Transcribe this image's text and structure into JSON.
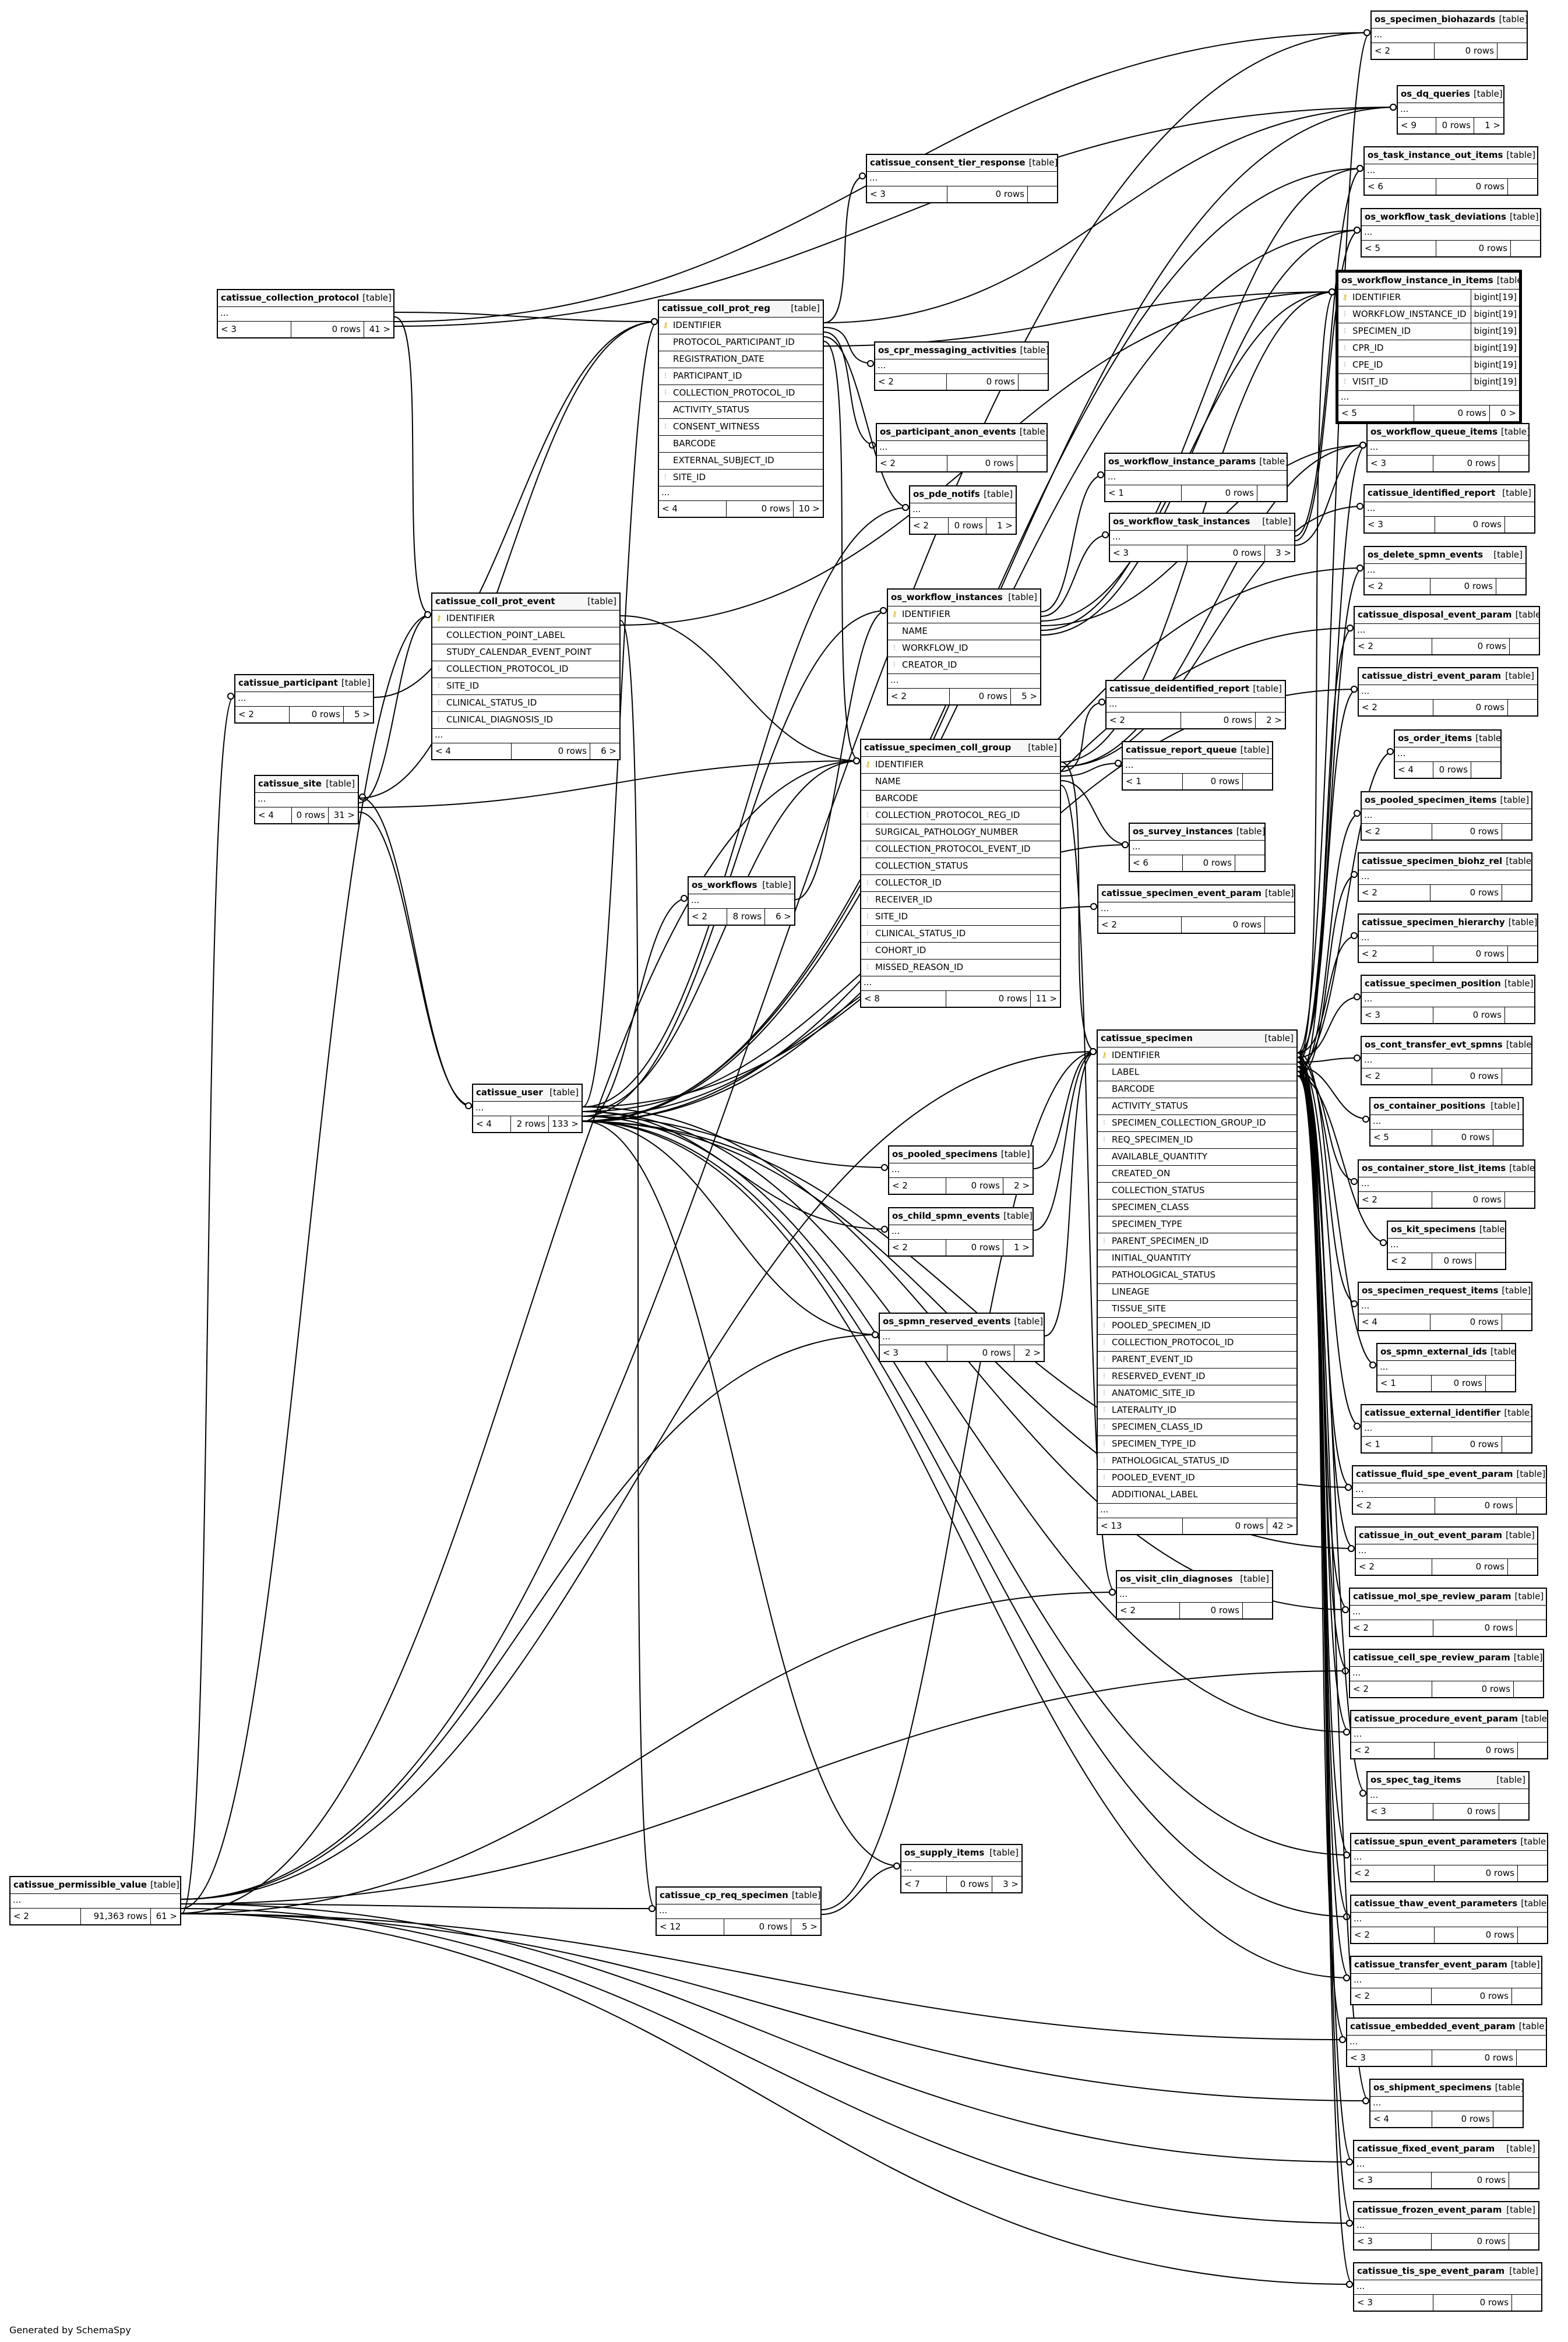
{
  "footer": "Generated by SchemaSpy",
  "table_tag": "[table]",
  "tables": [
    {
      "name": "os_specimen_biohazards",
      "children": "< 2",
      "rows": "0 rows",
      "parents": ""
    },
    {
      "name": "os_dq_queries",
      "children": "< 9",
      "rows": "0 rows",
      "parents": "1 >"
    },
    {
      "name": "catissue_consent_tier_response",
      "children": "< 3",
      "rows": "0 rows",
      "parents": ""
    },
    {
      "name": "os_task_instance_out_items",
      "children": "< 6",
      "rows": "0 rows",
      "parents": ""
    },
    {
      "name": "os_workflow_task_deviations",
      "children": "< 5",
      "rows": "0 rows",
      "parents": ""
    },
    {
      "name": "os_workflow_instance_in_items",
      "children": "< 5",
      "rows": "0 rows",
      "parents": "0 >",
      "columns": [
        {
          "icon": "pk",
          "name": "IDENTIFIER",
          "type": "bigint[19]"
        },
        {
          "icon": "fk",
          "name": "WORKFLOW_INSTANCE_ID",
          "type": "bigint[19]"
        },
        {
          "icon": "fk",
          "name": "SPECIMEN_ID",
          "type": "bigint[19]"
        },
        {
          "icon": "fk",
          "name": "CPR_ID",
          "type": "bigint[19]"
        },
        {
          "icon": "fk",
          "name": "CPE_ID",
          "type": "bigint[19]"
        },
        {
          "icon": "fk",
          "name": "VISIT_ID",
          "type": "bigint[19]"
        }
      ]
    },
    {
      "name": "catissue_collection_protocol",
      "children": "< 3",
      "rows": "0 rows",
      "parents": "41 >"
    },
    {
      "name": "catissue_coll_prot_reg",
      "children": "< 4",
      "rows": "0 rows",
      "parents": "10 >",
      "columns": [
        {
          "icon": "pk",
          "name": "IDENTIFIER"
        },
        {
          "icon": "",
          "name": "PROTOCOL_PARTICIPANT_ID"
        },
        {
          "icon": "",
          "name": "REGISTRATION_DATE"
        },
        {
          "icon": "fk",
          "name": "PARTICIPANT_ID"
        },
        {
          "icon": "fk",
          "name": "COLLECTION_PROTOCOL_ID"
        },
        {
          "icon": "",
          "name": "ACTIVITY_STATUS"
        },
        {
          "icon": "fk",
          "name": "CONSENT_WITNESS"
        },
        {
          "icon": "",
          "name": "BARCODE"
        },
        {
          "icon": "",
          "name": "EXTERNAL_SUBJECT_ID"
        },
        {
          "icon": "fk",
          "name": "SITE_ID"
        }
      ]
    },
    {
      "name": "os_cpr_messaging_activities",
      "children": "< 2",
      "rows": "0 rows",
      "parents": ""
    },
    {
      "name": "os_workflow_queue_items",
      "children": "< 3",
      "rows": "0 rows",
      "parents": ""
    },
    {
      "name": "os_participant_anon_events",
      "children": "< 2",
      "rows": "0 rows",
      "parents": ""
    },
    {
      "name": "os_workflow_instance_params",
      "children": "< 1",
      "rows": "0 rows",
      "parents": ""
    },
    {
      "name": "catissue_identified_report",
      "children": "< 3",
      "rows": "0 rows",
      "parents": ""
    },
    {
      "name": "os_pde_notifs",
      "children": "< 2",
      "rows": "0 rows",
      "parents": "1 >"
    },
    {
      "name": "os_workflow_task_instances",
      "children": "< 3",
      "rows": "0 rows",
      "parents": "3 >"
    },
    {
      "name": "os_delete_spmn_events",
      "children": "< 2",
      "rows": "0 rows",
      "parents": ""
    },
    {
      "name": "catissue_coll_prot_event",
      "children": "< 4",
      "rows": "0 rows",
      "parents": "6 >",
      "columns": [
        {
          "icon": "pk",
          "name": "IDENTIFIER"
        },
        {
          "icon": "",
          "name": "COLLECTION_POINT_LABEL"
        },
        {
          "icon": "",
          "name": "STUDY_CALENDAR_EVENT_POINT"
        },
        {
          "icon": "fk",
          "name": "COLLECTION_PROTOCOL_ID"
        },
        {
          "icon": "fk",
          "name": "SITE_ID"
        },
        {
          "icon": "fk",
          "name": "CLINICAL_STATUS_ID"
        },
        {
          "icon": "fk",
          "name": "CLINICAL_DIAGNOSIS_ID"
        }
      ]
    },
    {
      "name": "os_workflow_instances",
      "children": "< 2",
      "rows": "0 rows",
      "parents": "5 >",
      "columns": [
        {
          "icon": "pk",
          "name": "IDENTIFIER"
        },
        {
          "icon": "",
          "name": "NAME"
        },
        {
          "icon": "fk",
          "name": "WORKFLOW_ID"
        },
        {
          "icon": "fk",
          "name": "CREATOR_ID"
        }
      ]
    },
    {
      "name": "catissue_disposal_event_param",
      "children": "< 2",
      "rows": "0 rows",
      "parents": ""
    },
    {
      "name": "catissue_distri_event_param",
      "children": "< 2",
      "rows": "0 rows",
      "parents": ""
    },
    {
      "name": "catissue_deidentified_report",
      "children": "< 2",
      "rows": "0 rows",
      "parents": "2 >"
    },
    {
      "name": "catissue_participant",
      "children": "< 2",
      "rows": "0 rows",
      "parents": "5 >"
    },
    {
      "name": "os_order_items",
      "children": "< 4",
      "rows": "0 rows",
      "parents": ""
    },
    {
      "name": "catissue_specimen_coll_group",
      "children": "< 8",
      "rows": "0 rows",
      "parents": "11 >",
      "columns": [
        {
          "icon": "pk",
          "name": "IDENTIFIER"
        },
        {
          "icon": "",
          "name": "NAME"
        },
        {
          "icon": "",
          "name": "BARCODE"
        },
        {
          "icon": "fk",
          "name": "COLLECTION_PROTOCOL_REG_ID"
        },
        {
          "icon": "",
          "name": "SURGICAL_PATHOLOGY_NUMBER"
        },
        {
          "icon": "fk",
          "name": "COLLECTION_PROTOCOL_EVENT_ID"
        },
        {
          "icon": "",
          "name": "COLLECTION_STATUS"
        },
        {
          "icon": "fk",
          "name": "COLLECTOR_ID"
        },
        {
          "icon": "fk",
          "name": "RECEIVER_ID"
        },
        {
          "icon": "fk",
          "name": "SITE_ID"
        },
        {
          "icon": "fk",
          "name": "CLINICAL_STATUS_ID"
        },
        {
          "icon": "fk",
          "name": "COHORT_ID"
        },
        {
          "icon": "fk",
          "name": "MISSED_REASON_ID"
        }
      ]
    },
    {
      "name": "catissue_report_queue",
      "children": "< 1",
      "rows": "0 rows",
      "parents": ""
    },
    {
      "name": "catissue_site",
      "children": "< 4",
      "rows": "0 rows",
      "parents": "31 >"
    },
    {
      "name": "os_pooled_specimen_items",
      "children": "< 2",
      "rows": "0 rows",
      "parents": ""
    },
    {
      "name": "os_survey_instances",
      "children": "< 6",
      "rows": "0 rows",
      "parents": ""
    },
    {
      "name": "catissue_specimen_biohz_rel",
      "children": "< 2",
      "rows": "0 rows",
      "parents": ""
    },
    {
      "name": "os_workflows",
      "children": "< 2",
      "rows": "8 rows",
      "parents": "6 >"
    },
    {
      "name": "catissue_specimen_event_param",
      "children": "< 2",
      "rows": "0 rows",
      "parents": ""
    },
    {
      "name": "catissue_specimen_hierarchy",
      "children": "< 2",
      "rows": "0 rows",
      "parents": ""
    },
    {
      "name": "catissue_specimen_position",
      "children": "< 3",
      "rows": "0 rows",
      "parents": ""
    },
    {
      "name": "catissue_specimen",
      "children": "< 13",
      "rows": "0 rows",
      "parents": "42 >",
      "columns": [
        {
          "icon": "pk",
          "name": "IDENTIFIER"
        },
        {
          "icon": "",
          "name": "LABEL"
        },
        {
          "icon": "",
          "name": "BARCODE"
        },
        {
          "icon": "",
          "name": "ACTIVITY_STATUS"
        },
        {
          "icon": "fk",
          "name": "SPECIMEN_COLLECTION_GROUP_ID"
        },
        {
          "icon": "fk",
          "name": "REQ_SPECIMEN_ID"
        },
        {
          "icon": "",
          "name": "AVAILABLE_QUANTITY"
        },
        {
          "icon": "",
          "name": "CREATED_ON"
        },
        {
          "icon": "",
          "name": "COLLECTION_STATUS"
        },
        {
          "icon": "",
          "name": "SPECIMEN_CLASS"
        },
        {
          "icon": "",
          "name": "SPECIMEN_TYPE"
        },
        {
          "icon": "fk",
          "name": "PARENT_SPECIMEN_ID"
        },
        {
          "icon": "",
          "name": "INITIAL_QUANTITY"
        },
        {
          "icon": "",
          "name": "PATHOLOGICAL_STATUS"
        },
        {
          "icon": "",
          "name": "LINEAGE"
        },
        {
          "icon": "",
          "name": "TISSUE_SITE"
        },
        {
          "icon": "fk",
          "name": "POOLED_SPECIMEN_ID"
        },
        {
          "icon": "fk",
          "name": "COLLECTION_PROTOCOL_ID"
        },
        {
          "icon": "fk",
          "name": "PARENT_EVENT_ID"
        },
        {
          "icon": "fk",
          "name": "RESERVED_EVENT_ID"
        },
        {
          "icon": "fk",
          "name": "ANATOMIC_SITE_ID"
        },
        {
          "icon": "fk",
          "name": "LATERALITY_ID"
        },
        {
          "icon": "fk",
          "name": "SPECIMEN_CLASS_ID"
        },
        {
          "icon": "fk",
          "name": "SPECIMEN_TYPE_ID"
        },
        {
          "icon": "fk",
          "name": "PATHOLOGICAL_STATUS_ID"
        },
        {
          "icon": "fk",
          "name": "POOLED_EVENT_ID"
        },
        {
          "icon": "",
          "name": "ADDITIONAL_LABEL"
        }
      ]
    },
    {
      "name": "os_cont_transfer_evt_spmns",
      "children": "< 2",
      "rows": "0 rows",
      "parents": ""
    },
    {
      "name": "catissue_user",
      "children": "< 4",
      "rows": "2 rows",
      "parents": "133 >"
    },
    {
      "name": "os_container_positions",
      "children": "< 5",
      "rows": "0 rows",
      "parents": ""
    },
    {
      "name": "os_pooled_specimens",
      "children": "< 2",
      "rows": "0 rows",
      "parents": "2 >"
    },
    {
      "name": "os_container_store_list_items",
      "children": "< 2",
      "rows": "0 rows",
      "parents": ""
    },
    {
      "name": "os_child_spmn_events",
      "children": "< 2",
      "rows": "0 rows",
      "parents": "1 >"
    },
    {
      "name": "os_kit_specimens",
      "children": "< 2",
      "rows": "0 rows",
      "parents": ""
    },
    {
      "name": "os_specimen_request_items",
      "children": "< 4",
      "rows": "0 rows",
      "parents": ""
    },
    {
      "name": "os_spmn_reserved_events",
      "children": "< 3",
      "rows": "0 rows",
      "parents": "2 >"
    },
    {
      "name": "os_spmn_external_ids",
      "children": "< 1",
      "rows": "0 rows",
      "parents": ""
    },
    {
      "name": "catissue_external_identifier",
      "children": "< 1",
      "rows": "0 rows",
      "parents": ""
    },
    {
      "name": "catissue_fluid_spe_event_param",
      "children": "< 2",
      "rows": "0 rows",
      "parents": ""
    },
    {
      "name": "catissue_in_out_event_param",
      "children": "< 2",
      "rows": "0 rows",
      "parents": ""
    },
    {
      "name": "os_visit_clin_diagnoses",
      "children": "< 2",
      "rows": "0 rows",
      "parents": ""
    },
    {
      "name": "catissue_mol_spe_review_param",
      "children": "< 2",
      "rows": "0 rows",
      "parents": ""
    },
    {
      "name": "catissue_cell_spe_review_param",
      "children": "< 2",
      "rows": "0 rows",
      "parents": ""
    },
    {
      "name": "catissue_procedure_event_param",
      "children": "< 2",
      "rows": "0 rows",
      "parents": ""
    },
    {
      "name": "os_spec_tag_items",
      "children": "< 3",
      "rows": "0 rows",
      "parents": ""
    },
    {
      "name": "catissue_spun_event_parameters",
      "children": "< 2",
      "rows": "0 rows",
      "parents": ""
    },
    {
      "name": "os_supply_items",
      "children": "< 7",
      "rows": "0 rows",
      "parents": "3 >"
    },
    {
      "name": "catissue_permissible_value",
      "children": "< 2",
      "rows": "91,363 rows",
      "parents": "61 >"
    },
    {
      "name": "catissue_cp_req_specimen",
      "children": "< 12",
      "rows": "0 rows",
      "parents": "5 >"
    },
    {
      "name": "catissue_thaw_event_parameters",
      "children": "< 2",
      "rows": "0 rows",
      "parents": ""
    },
    {
      "name": "catissue_transfer_event_param",
      "children": "< 2",
      "rows": "0 rows",
      "parents": ""
    },
    {
      "name": "catissue_embedded_event_param",
      "children": "< 3",
      "rows": "0 rows",
      "parents": ""
    },
    {
      "name": "os_shipment_specimens",
      "children": "< 4",
      "rows": "0 rows",
      "parents": ""
    },
    {
      "name": "catissue_fixed_event_param",
      "children": "< 3",
      "rows": "0 rows",
      "parents": ""
    },
    {
      "name": "catissue_frozen_event_param",
      "children": "< 3",
      "rows": "0 rows",
      "parents": ""
    },
    {
      "name": "catissue_tis_spe_event_param",
      "children": "< 3",
      "rows": "0 rows",
      "parents": ""
    }
  ]
}
